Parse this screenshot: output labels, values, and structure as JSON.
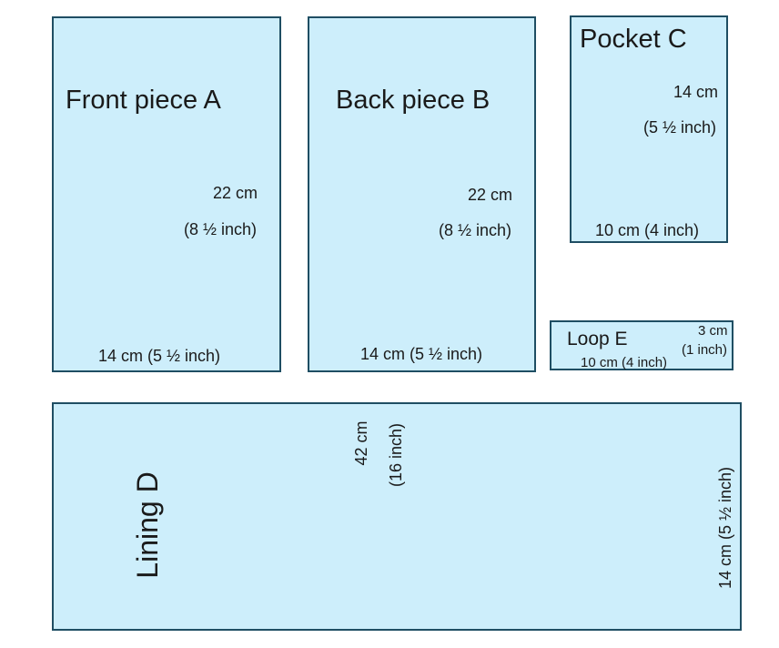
{
  "colors": {
    "fill": "#cdeefb",
    "border": "#1f4e63"
  },
  "pieces": {
    "front": {
      "name": "Front piece A",
      "height_cm": "22 cm",
      "height_in": "(8 ½ inch)",
      "width": "14 cm (5 ½ inch)"
    },
    "back": {
      "name": "Back piece B",
      "height_cm": "22 cm",
      "height_in": "(8 ½ inch)",
      "width": "14 cm (5 ½ inch)"
    },
    "pocket": {
      "name": "Pocket C",
      "height_cm": "14 cm",
      "height_in": "(5 ½ inch)",
      "width": "10 cm (4 inch)"
    },
    "loop": {
      "name": "Loop E",
      "height_cm": "3 cm",
      "height_in": "(1 inch)",
      "width": "10 cm (4 inch)"
    },
    "lining": {
      "name": "Lining D",
      "length_cm": "42 cm",
      "length_in": "(16 inch)",
      "width": "14 cm (5 ½ inch)"
    }
  }
}
